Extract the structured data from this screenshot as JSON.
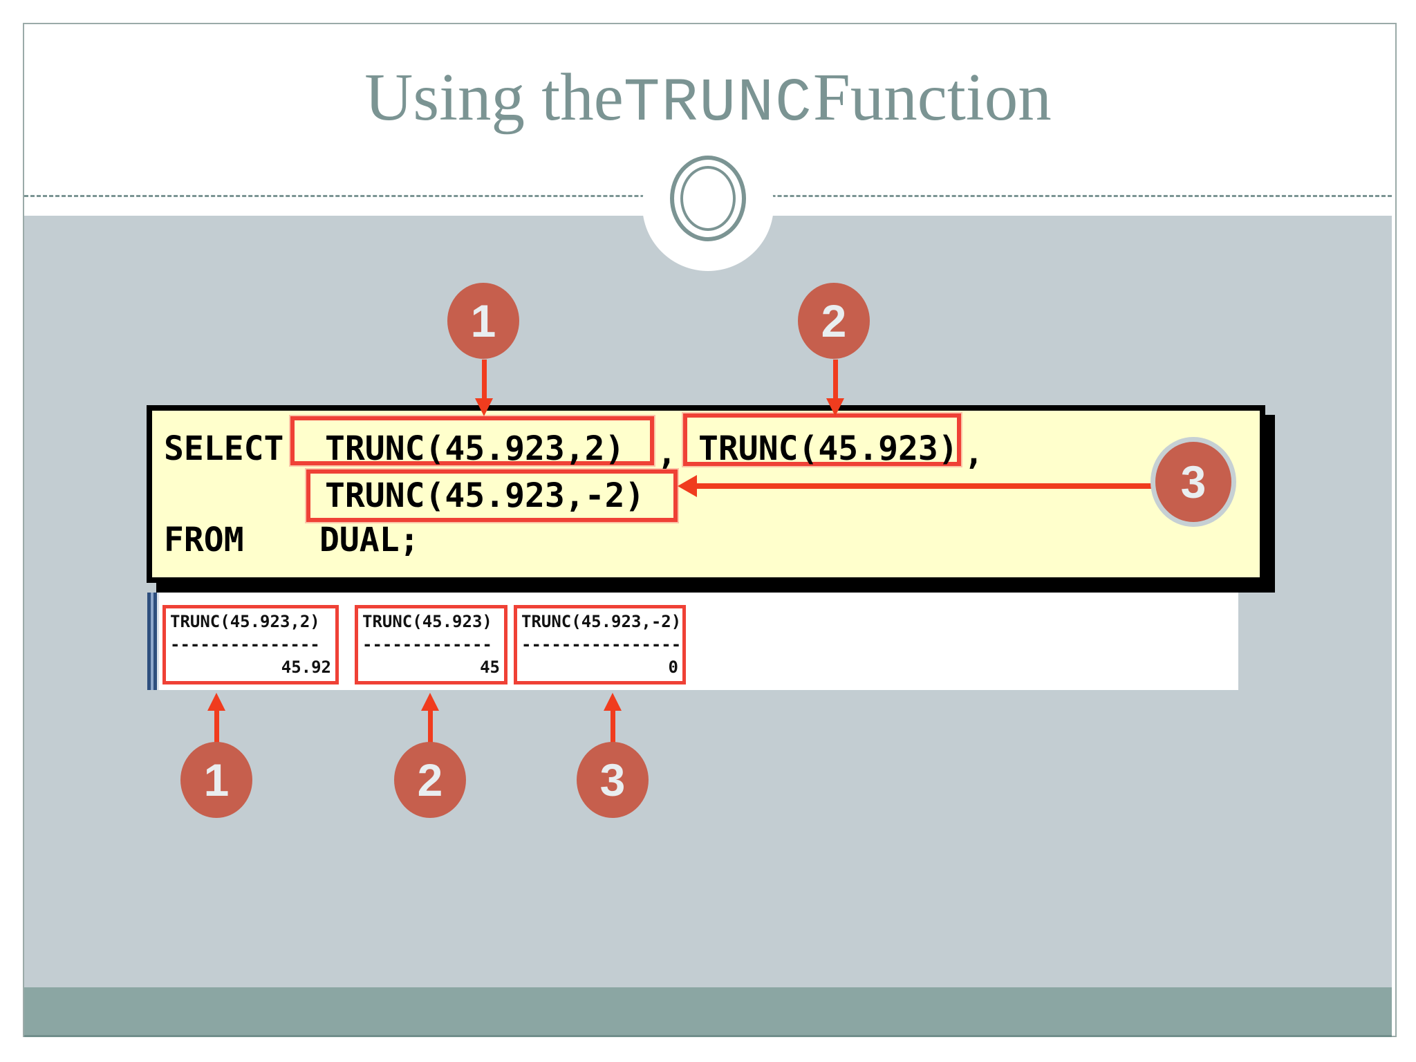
{
  "slide": {
    "title": {
      "prefix": "Using the ",
      "keyword": "TRUNC",
      "suffix": " Function"
    },
    "code": {
      "select_kw": "SELECT",
      "expr1": "TRUNC(45.923,2)",
      "comma": ",",
      "expr2": "TRUNC(45.923)",
      "expr3": "TRUNC(45.923,-2)",
      "from_kw": "FROM",
      "table_ref": "DUAL;"
    },
    "callouts": [
      "1",
      "2",
      "3"
    ],
    "output": {
      "columns": [
        {
          "header": "TRUNC(45.923,2)",
          "separator": "---------------",
          "value": "45.92"
        },
        {
          "header": "TRUNC(45.923)",
          "separator": "-------------",
          "value": "45"
        },
        {
          "header": "TRUNC(45.923,-2)",
          "separator": "----------------",
          "value": "0"
        }
      ]
    },
    "colors": {
      "title_teal": "#7b9493",
      "page_bg": "#c3cdd2",
      "footer_teal": "#8ba6a3",
      "code_bg": "#ffffcc",
      "highlight_red": "#ef4136",
      "arrow_red": "#f03c1e",
      "badge_terracotta": "#c65f4d"
    }
  }
}
